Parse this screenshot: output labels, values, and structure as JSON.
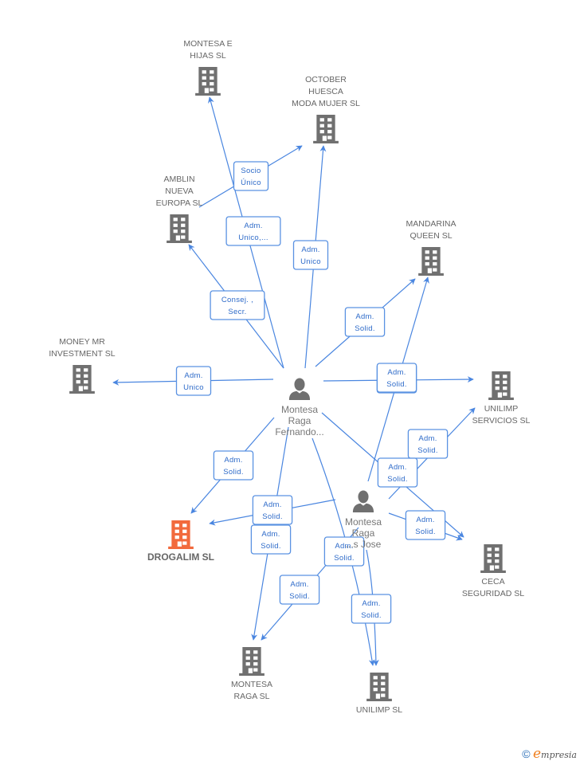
{
  "colors": {
    "edge": "#4a86e0",
    "company": "#707070",
    "company_highlight": "#f26a3d",
    "person": "#707070",
    "label_text": "#2e6bc9"
  },
  "companies": [
    {
      "id": "montesa-e-hijas",
      "lines": [
        "MONTESA E",
        "HIJAS SL"
      ],
      "highlight": false
    },
    {
      "id": "october-huesca",
      "lines": [
        "OCTOBER",
        "HUESCA",
        "MODA MUJER SL"
      ],
      "highlight": false
    },
    {
      "id": "amblin-nueva-europa",
      "lines": [
        "AMBLIN",
        "NUEVA",
        "EUROPA SL"
      ],
      "highlight": false
    },
    {
      "id": "mandarina-queen",
      "lines": [
        "MANDARINA",
        "QUEEN SL"
      ],
      "highlight": false
    },
    {
      "id": "money-mr-investment",
      "lines": [
        "MONEY MR",
        "INVESTMENT  SL"
      ],
      "highlight": false
    },
    {
      "id": "unilimp-servicios",
      "lines": [
        "UNILIMP",
        "SERVICIOS SL"
      ],
      "highlight": false
    },
    {
      "id": "drogalim",
      "lines": [
        "DROGALIM SL"
      ],
      "highlight": true
    },
    {
      "id": "ceca-seguridad",
      "lines": [
        "CECA",
        "SEGURIDAD SL"
      ],
      "highlight": false
    },
    {
      "id": "montesa-raga",
      "lines": [
        "MONTESA",
        "RAGA SL"
      ],
      "highlight": false
    },
    {
      "id": "unilimp",
      "lines": [
        "UNILIMP SL"
      ],
      "highlight": false
    }
  ],
  "persons": [
    {
      "id": "montesa-raga-fernando",
      "lines": [
        "Montesa",
        "Raga",
        "Fernando..."
      ]
    },
    {
      "id": "montesa-raga-jose",
      "lines": [
        "Montesa",
        "Raga",
        "...s Jose"
      ]
    }
  ],
  "relations": [
    {
      "from": "montesa-raga-fernando",
      "to": "montesa-e-hijas",
      "label": [
        "Adm.",
        "Unico,..."
      ]
    },
    {
      "from": "montesa-raga-fernando",
      "to": "october-huesca",
      "label": [
        "Adm.",
        "Unico"
      ]
    },
    {
      "from": "amblin-nueva-europa",
      "to": "october-huesca",
      "label": [
        "Socio",
        "Único"
      ]
    },
    {
      "from": "montesa-raga-fernando",
      "to": "amblin-nueva-europa",
      "label": [
        "Consej. ,",
        "Secr."
      ]
    },
    {
      "from": "montesa-raga-fernando",
      "to": "mandarina-queen",
      "label": [
        "Adm.",
        "Solid."
      ]
    },
    {
      "from": "montesa-raga-jose",
      "to": "mandarina-queen",
      "label": [
        "Adm.",
        "Solid."
      ]
    },
    {
      "from": "montesa-raga-fernando",
      "to": "money-mr-investment",
      "label": [
        "Adm.",
        "Unico"
      ]
    },
    {
      "from": "montesa-raga-fernando",
      "to": "unilimp-servicios",
      "label": [
        "Adm.",
        "Solid."
      ]
    },
    {
      "from": "montesa-raga-jose",
      "to": "unilimp-servicios",
      "label": [
        "Adm.",
        "Solid."
      ]
    },
    {
      "from": "montesa-raga-fernando",
      "to": "drogalim",
      "label": [
        "Adm.",
        "Solid."
      ]
    },
    {
      "from": "montesa-raga-jose",
      "to": "drogalim",
      "label": [
        "Adm.",
        "Solid."
      ]
    },
    {
      "from": "montesa-raga-fernando",
      "to": "ceca-seguridad",
      "label": [
        "Adm.",
        "Solid."
      ]
    },
    {
      "from": "montesa-raga-jose",
      "to": "ceca-seguridad",
      "label": [
        "Adm.",
        "Solid."
      ]
    },
    {
      "from": "montesa-raga-fernando",
      "to": "montesa-raga",
      "label": [
        "Adm.",
        "Solid."
      ]
    },
    {
      "from": "montesa-raga-jose",
      "to": "montesa-raga",
      "label": [
        "Adm.",
        "Solid."
      ]
    },
    {
      "from": "montesa-raga-fernando",
      "to": "unilimp",
      "label": [
        "Adm.",
        "Solid."
      ]
    },
    {
      "from": "montesa-raga-jose",
      "to": "unilimp",
      "label": [
        "Adm.",
        "Solid."
      ]
    }
  ],
  "footer": {
    "copyright_symbol": "©",
    "brand_initial": "e",
    "brand_rest": "mpresia"
  }
}
